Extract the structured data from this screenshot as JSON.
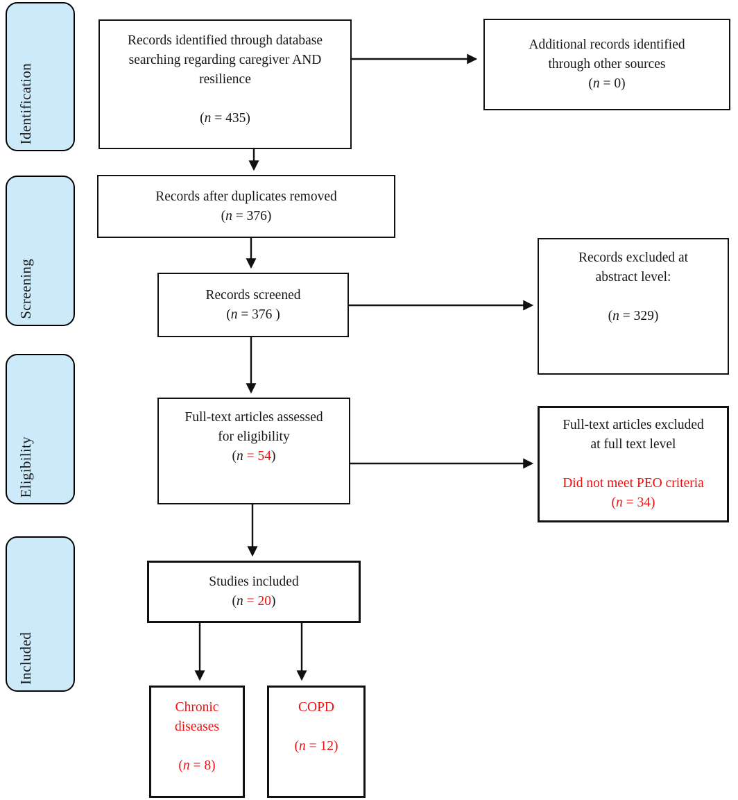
{
  "colors": {
    "stage_fill": "#cdeafb",
    "red": "#f20d0d",
    "line": "#111111"
  },
  "stages": [
    {
      "label": "Identification"
    },
    {
      "label": "Screening"
    },
    {
      "label": "Eligibility"
    },
    {
      "label": "Included"
    }
  ],
  "boxes": {
    "records_identified": {
      "lines": [
        [
          {
            "t": "Records identified through database"
          }
        ],
        [
          {
            "t": "searching regarding caregiver AND"
          }
        ],
        [
          {
            "t": "resilience"
          }
        ],
        [],
        [
          {
            "t": "("
          },
          {
            "t": "n",
            "i": true
          },
          {
            "t": " = 435)"
          }
        ]
      ]
    },
    "additional_records": {
      "lines": [
        [
          {
            "t": "Additional records identified"
          }
        ],
        [
          {
            "t": "through other sources"
          }
        ],
        [
          {
            "t": "("
          },
          {
            "t": "n",
            "i": true
          },
          {
            "t": " = 0)"
          }
        ]
      ]
    },
    "after_duplicates": {
      "lines": [
        [
          {
            "t": "Records after duplicates removed"
          }
        ],
        [
          {
            "t": "("
          },
          {
            "t": "n",
            "i": true
          },
          {
            "t": " = 376)"
          }
        ]
      ]
    },
    "records_screened": {
      "lines": [
        [
          {
            "t": "Records screened"
          }
        ],
        [
          {
            "t": "("
          },
          {
            "t": "n",
            "i": true
          },
          {
            "t": " = 376 )"
          }
        ]
      ]
    },
    "excluded_abstract": {
      "lines": [
        [
          {
            "t": "Records excluded at"
          }
        ],
        [
          {
            "t": "abstract level:"
          }
        ],
        [],
        [
          {
            "t": "("
          },
          {
            "t": "n",
            "i": true
          },
          {
            "t": " = 329)"
          }
        ]
      ]
    },
    "fulltext_assessed": {
      "lines": [
        [
          {
            "t": "Full-text articles assessed"
          }
        ],
        [
          {
            "t": "for eligibility"
          }
        ],
        [
          {
            "t": "("
          },
          {
            "t": "n",
            "i": true
          },
          {
            "t": " "
          },
          {
            "t": "= 54",
            "r": true
          },
          {
            "t": ")"
          }
        ]
      ]
    },
    "excluded_fulltext": {
      "lines": [
        [
          {
            "t": "Full-text articles excluded"
          }
        ],
        [
          {
            "t": "at full text level"
          }
        ],
        [],
        [
          {
            "t": "Did not meet PEO criteria",
            "r": true
          }
        ],
        [
          {
            "t": "(",
            "r": true
          },
          {
            "t": "n",
            "i": true,
            "r": true
          },
          {
            "t": " = 34)",
            "r": true
          }
        ]
      ]
    },
    "studies_included": {
      "lines": [
        [
          {
            "t": "Studies included"
          }
        ],
        [
          {
            "t": "("
          },
          {
            "t": "n",
            "i": true
          },
          {
            "t": " "
          },
          {
            "t": "= 20",
            "r": true
          },
          {
            "t": ")"
          }
        ]
      ]
    },
    "chronic_diseases": {
      "lines": [
        [
          {
            "t": "Chronic",
            "r": true
          }
        ],
        [
          {
            "t": "diseases",
            "r": true
          }
        ],
        [],
        [
          {
            "t": "(",
            "r": true
          },
          {
            "t": "n",
            "i": true,
            "r": true
          },
          {
            "t": " = 8)",
            "r": true
          }
        ]
      ]
    },
    "copd": {
      "lines": [
        [
          {
            "t": "COPD",
            "r": true
          }
        ],
        [],
        [
          {
            "t": "(",
            "r": true
          },
          {
            "t": "n",
            "i": true,
            "r": true
          },
          {
            "t": " = 12)",
            "r": true
          }
        ]
      ]
    }
  }
}
